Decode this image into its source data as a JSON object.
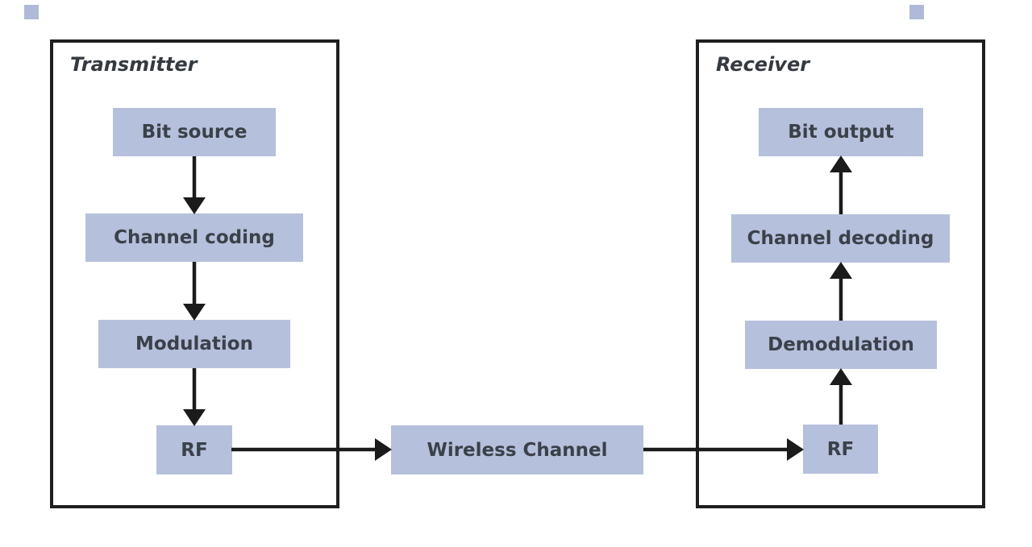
{
  "diagram": {
    "transmitter": {
      "title": "Transmitter",
      "blocks": [
        {
          "label": "Bit source"
        },
        {
          "label": "Channel coding"
        },
        {
          "label": "Modulation"
        },
        {
          "label": "RF"
        }
      ]
    },
    "channel": {
      "label": "Wireless Channel"
    },
    "receiver": {
      "title": "Receiver",
      "blocks": [
        {
          "label": "Bit output"
        },
        {
          "label": "Channel decoding"
        },
        {
          "label": "Demodulation"
        },
        {
          "label": "RF"
        }
      ]
    },
    "colors": {
      "block_fill": "#b5c0dc",
      "block_text": "#3a4148",
      "frame_border": "#1f1f1f",
      "arrow": "#1b1b1b",
      "corner_marker": "#aebad8",
      "background": "#ffffff"
    }
  }
}
